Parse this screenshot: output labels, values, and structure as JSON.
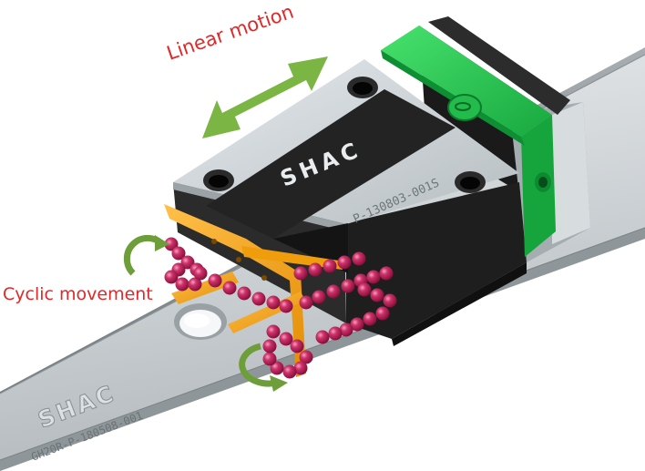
{
  "annotations": {
    "linear_motion": "Linear motion",
    "cyclic_movement": "Cyclic movement"
  },
  "block": {
    "brand": "SHAC",
    "part_number": "P-130803-001S"
  },
  "rail": {
    "brand": "SHAC",
    "part_number": "GH20R-P-180508-001"
  },
  "colors": {
    "label_text": "#e02828",
    "arrow": "#7bb543",
    "end_seal": "#2fd15a",
    "retainer": "#f4a415",
    "balls": "#c21d55",
    "block_body": "#1f1f1f",
    "block_top": "#cdd3d6"
  }
}
